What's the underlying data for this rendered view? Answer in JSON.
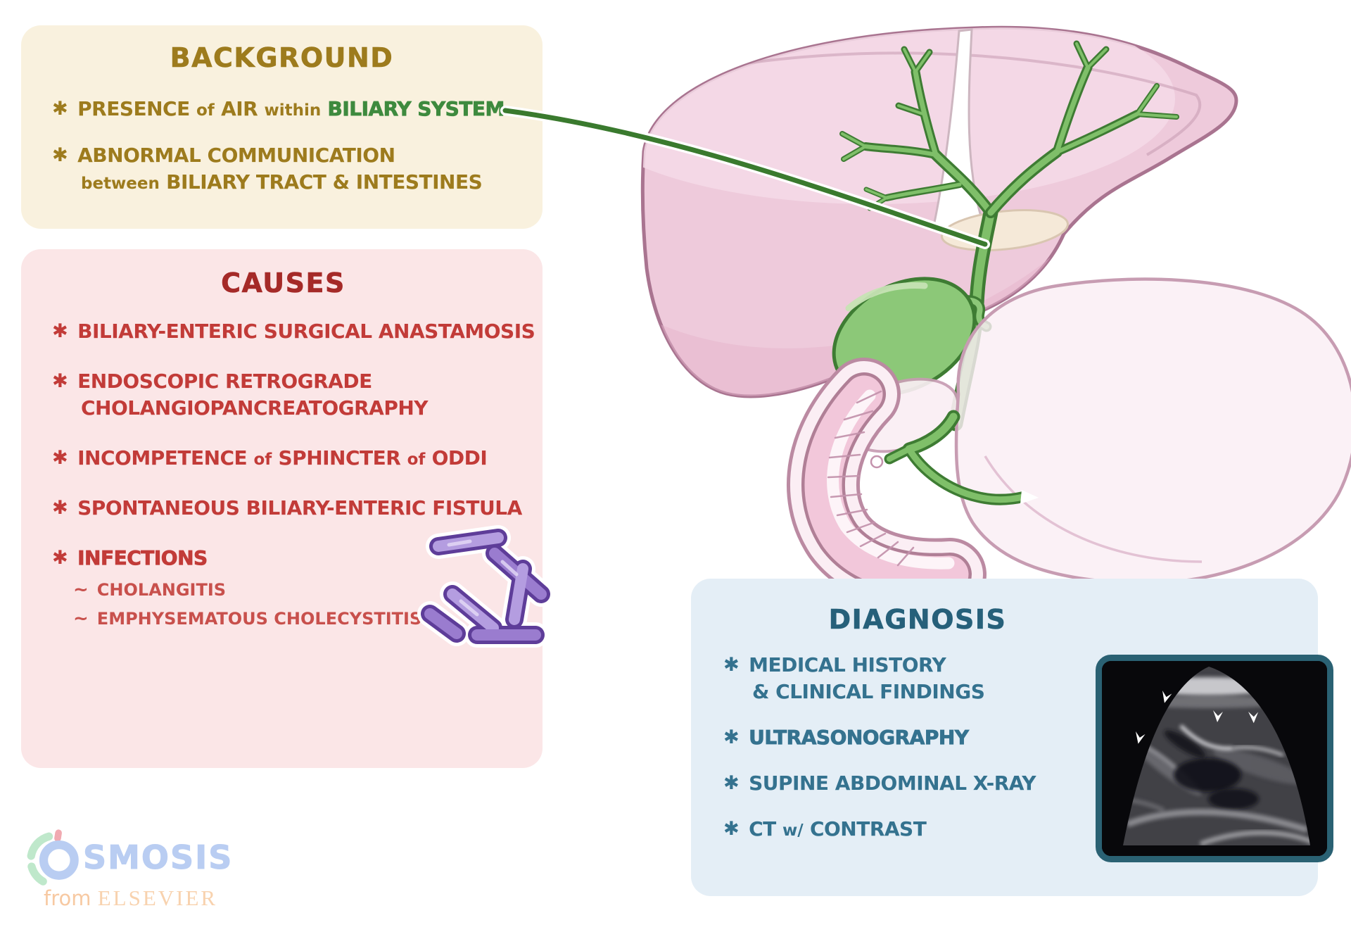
{
  "background": {
    "title": "BACKGROUND",
    "bullet": "✱",
    "i1": {
      "w1": "PRESENCE",
      "c1": "of",
      "w2": "AIR",
      "c2": "within",
      "w3": "BILIARY SYSTEM"
    },
    "i2": {
      "l1": "ABNORMAL COMMUNICATION",
      "c1": "between",
      "w1": "BILIARY TRACT & INTESTINES"
    }
  },
  "causes": {
    "title": "CAUSES",
    "bullet": "✱",
    "sub_bullet": "~",
    "i1": "BILIARY-ENTERIC SURGICAL ANASTAMOSIS",
    "i2_l1": "ENDOSCOPIC RETROGRADE",
    "i2_l2": "CHOLANGIOPANCREATOGRAPHY",
    "i3": {
      "w1": "INCOMPETENCE",
      "c1": "of",
      "w2": "SPHINCTER",
      "c2": "of",
      "w3": "ODDI"
    },
    "i4": "SPONTANEOUS BILIARY-ENTERIC FISTULA",
    "i5": "INFECTIONS",
    "s1": "CHOLANGITIS",
    "s2": "EMPHYSEMATOUS CHOLECYSTITIS"
  },
  "diagnosis": {
    "title": "DIAGNOSIS",
    "bullet": "✱",
    "i1_l1": "MEDICAL HISTORY",
    "i1_l2": "& CLINICAL FINDINGS",
    "i2": "ULTRASONOGRAPHY",
    "i3": "SUPINE ABDOMINAL X-RAY",
    "i4": {
      "w1": "CT",
      "c1": "w/",
      "w2": "CONTRAST"
    }
  },
  "logo": {
    "brand": "OSMOSIS",
    "brand_rest": "SMOSIS",
    "tagline_prefix": "from",
    "tagline_brand": "ELSEVIER"
  },
  "colors": {
    "background_box": "#f9f1de",
    "background_text": "#9d7b1d",
    "biliary_green_text": "#3e8a3e",
    "causes_box": "#fbe6e7",
    "causes_title": "#a52a28",
    "causes_text": "#c23b38",
    "diagnosis_box": "#e4eef6",
    "diagnosis_title": "#26607a",
    "diagnosis_text": "#34728f",
    "ultrasound_frame": "#2a6173",
    "liver_pink": "#eecadb",
    "organ_green": "#8cc878",
    "bacteria_purple": "#9a7ccf",
    "logo_blue": "#b9cdf2",
    "logo_peach": "#f8d2ae"
  }
}
